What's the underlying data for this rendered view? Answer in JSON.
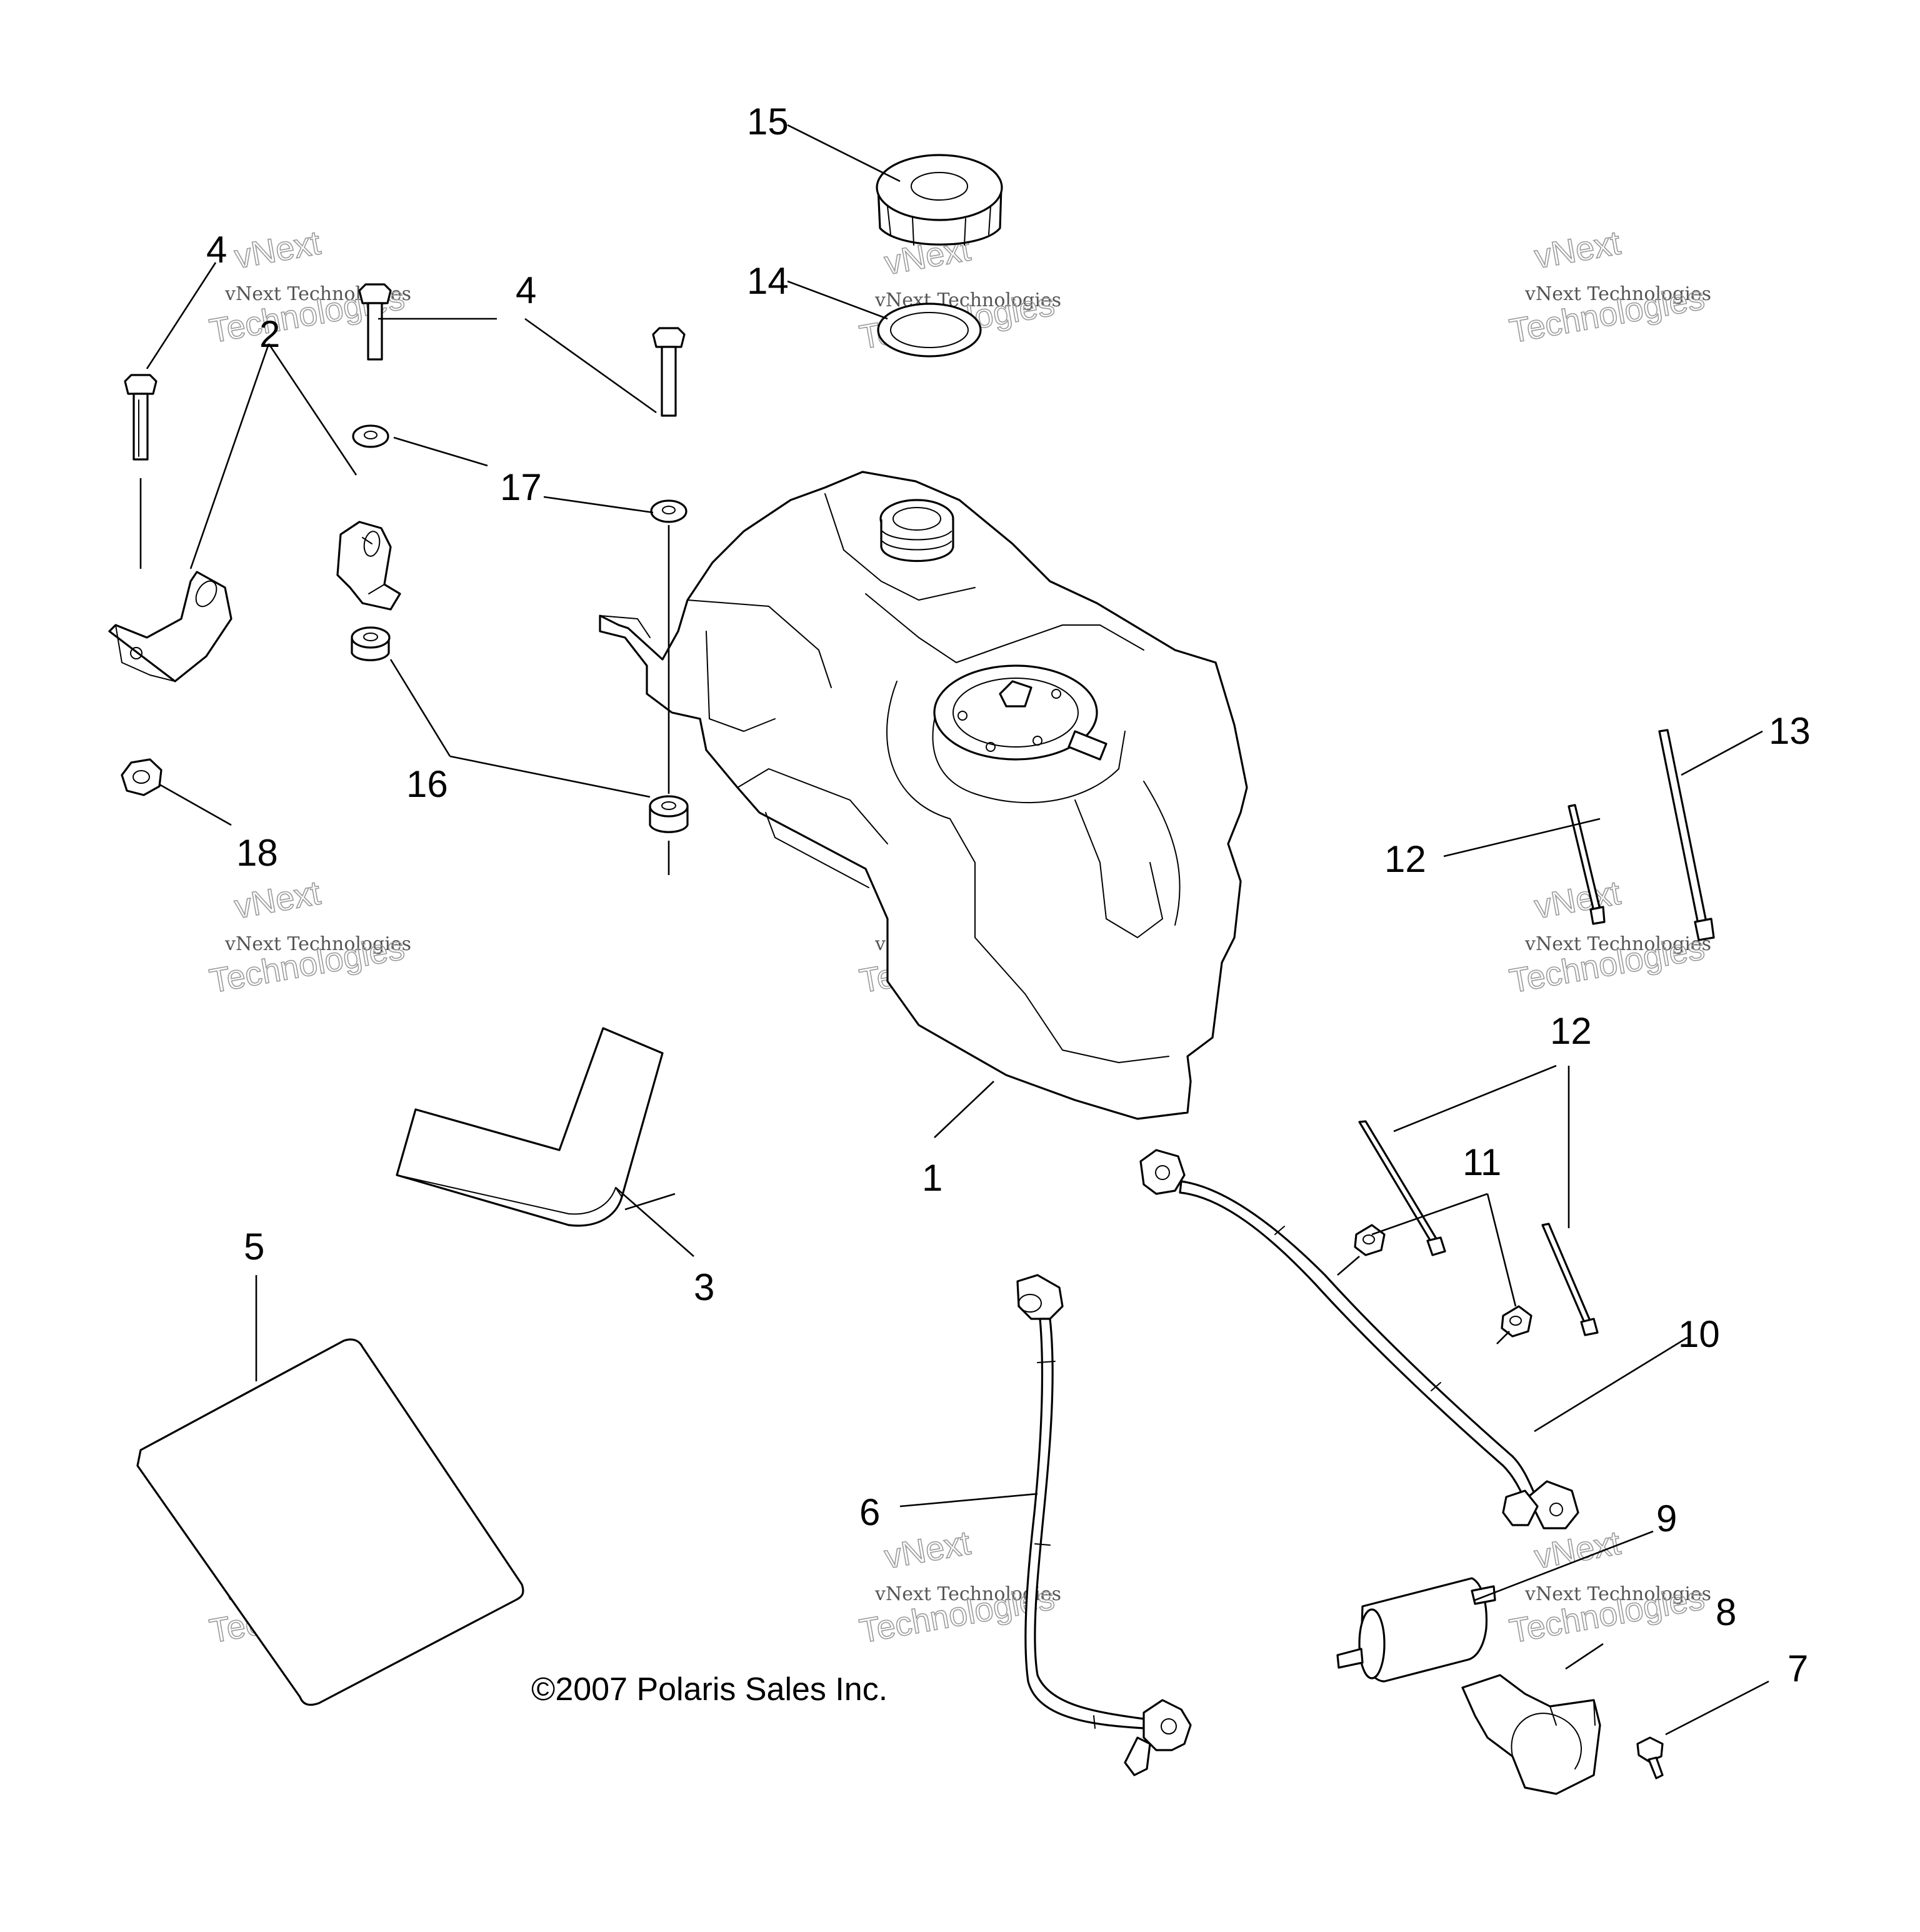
{
  "copyright": "©2007 Polaris Sales Inc.",
  "watermark": {
    "line1": "vNext Technologies",
    "line2": "vNext",
    "line3": "Technologies"
  },
  "callouts": {
    "c1": "1",
    "c2": "2",
    "c3": "3",
    "c4a": "4",
    "c4b": "4",
    "c5": "5",
    "c6": "6",
    "c7": "7",
    "c8": "8",
    "c9": "9",
    "c10": "10",
    "c11": "11",
    "c12a": "12",
    "c12b": "12",
    "c13": "13",
    "c14": "14",
    "c15": "15",
    "c16": "16",
    "c17": "17",
    "c18": "18"
  }
}
